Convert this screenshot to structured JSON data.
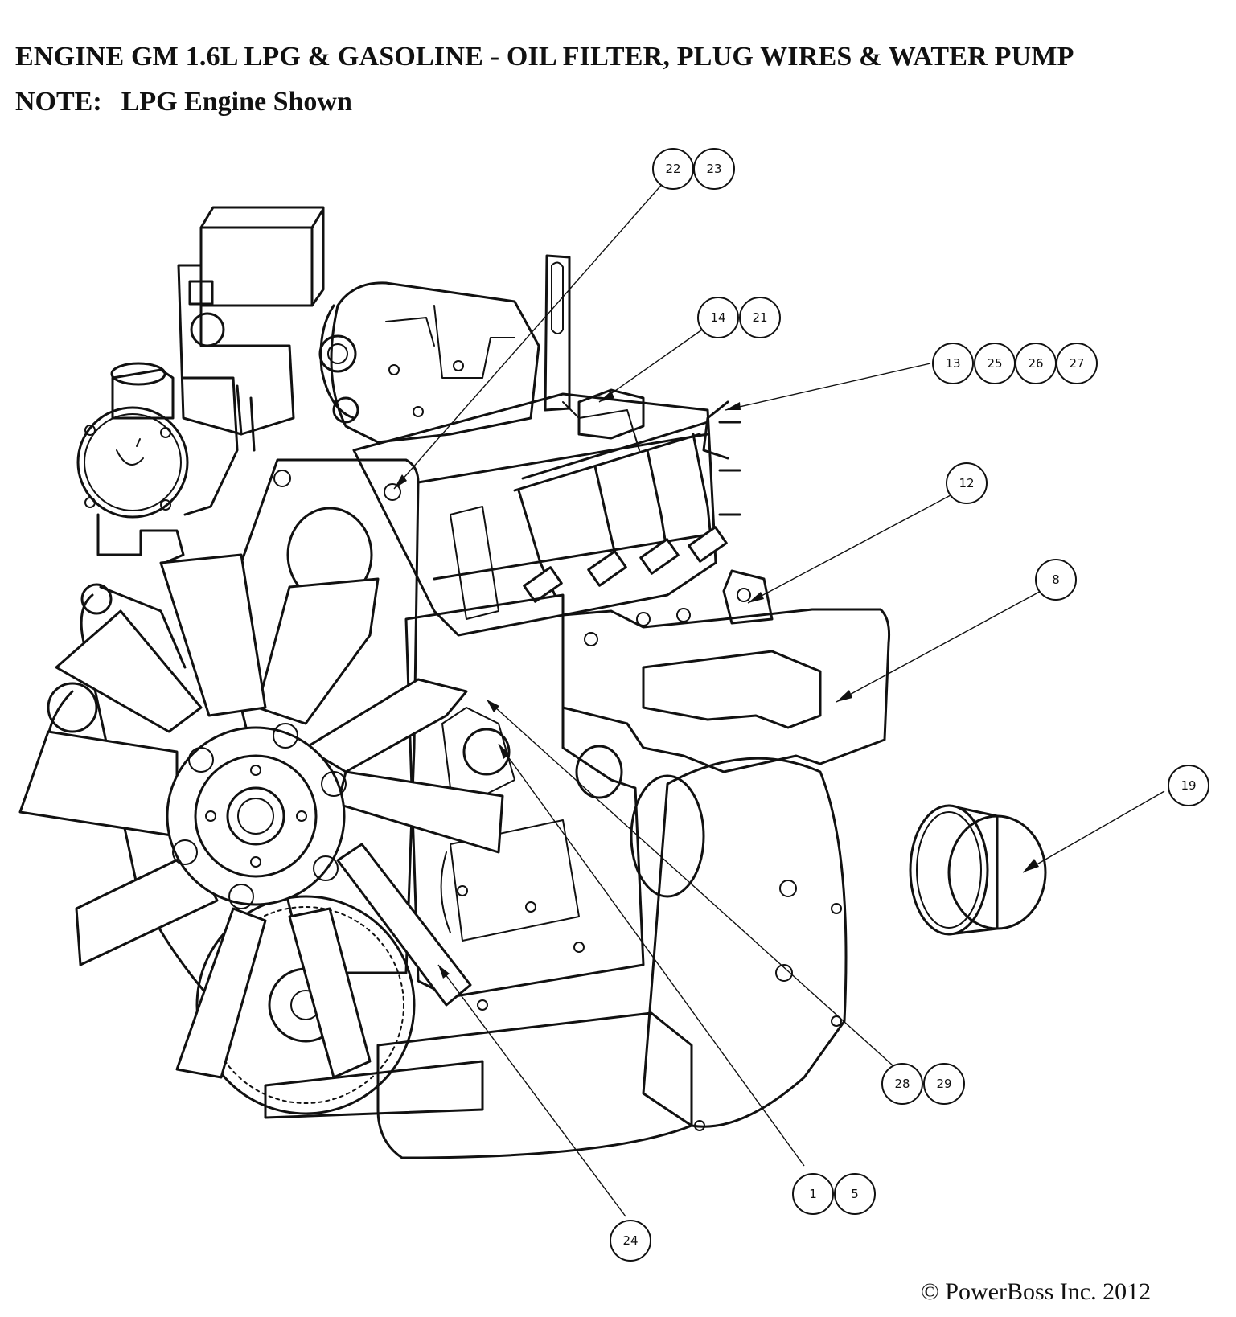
{
  "title": "ENGINE GM 1.6L LPG & GASOLINE - OIL FILTER, PLUG WIRES & WATER PUMP",
  "note_label": "NOTE:",
  "note_text": "LPG Engine Shown",
  "copyright": "© PowerBoss Inc. 2012",
  "callouts": [
    {
      "id": "callout-22-23",
      "numbers": [
        "22",
        "23"
      ]
    },
    {
      "id": "callout-14-21",
      "numbers": [
        "14",
        "21"
      ]
    },
    {
      "id": "callout-13-25-26-27",
      "numbers": [
        "13",
        "25",
        "26",
        "27"
      ]
    },
    {
      "id": "callout-12",
      "numbers": [
        "12"
      ]
    },
    {
      "id": "callout-8",
      "numbers": [
        "8"
      ]
    },
    {
      "id": "callout-19",
      "numbers": [
        "19"
      ]
    },
    {
      "id": "callout-28-29",
      "numbers": [
        "28",
        "29"
      ]
    },
    {
      "id": "callout-1-5",
      "numbers": [
        "1",
        "5"
      ]
    },
    {
      "id": "callout-24",
      "numbers": [
        "24"
      ]
    }
  ]
}
